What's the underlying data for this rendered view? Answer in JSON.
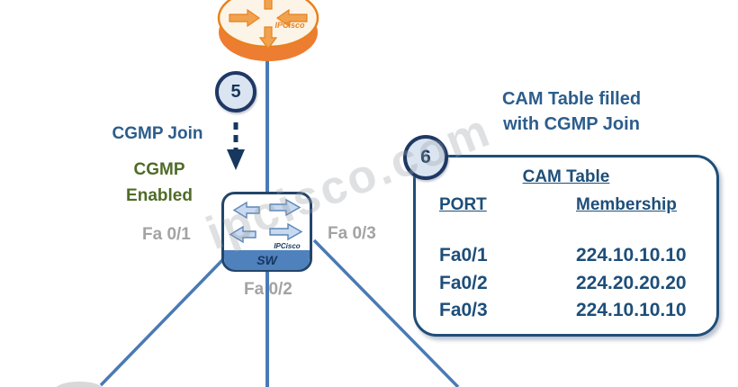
{
  "watermark": "ipcisco.com",
  "colors": {
    "line_blue": "#4a7ab5",
    "dark_navy": "#17375e",
    "table_navy": "#1d4e79",
    "heading_blue": "#2c5d8c",
    "enabled_green": "#4f6b28",
    "port_gray": "#a3a3a3",
    "router_orange": "#e8821e",
    "circle_fill": "#dbe5f1"
  },
  "router": {
    "brand": "IPCisco"
  },
  "switch": {
    "label": "SW",
    "brand": "IPCisco"
  },
  "steps": {
    "step5": "5",
    "step6": "6"
  },
  "annotations": {
    "cgmp_join": "CGMP Join",
    "cgmp_enabled_line1": "CGMP",
    "cgmp_enabled_line2": "Enabled",
    "cam_filled_line1": "CAM Table filled",
    "cam_filled_line2": "with CGMP Join"
  },
  "ports": {
    "fa01": "Fa 0/1",
    "fa02": "Fa 0/2",
    "fa03": "Fa 0/3"
  },
  "cam_table": {
    "title": "CAM Table",
    "headers": {
      "port": "PORT",
      "membership": "Membership"
    },
    "rows": [
      {
        "port": "Fa0/1",
        "membership": "224.10.10.10"
      },
      {
        "port": "Fa0/2",
        "membership": "224.20.20.20"
      },
      {
        "port": "Fa0/3",
        "membership": "224.10.10.10"
      }
    ]
  }
}
